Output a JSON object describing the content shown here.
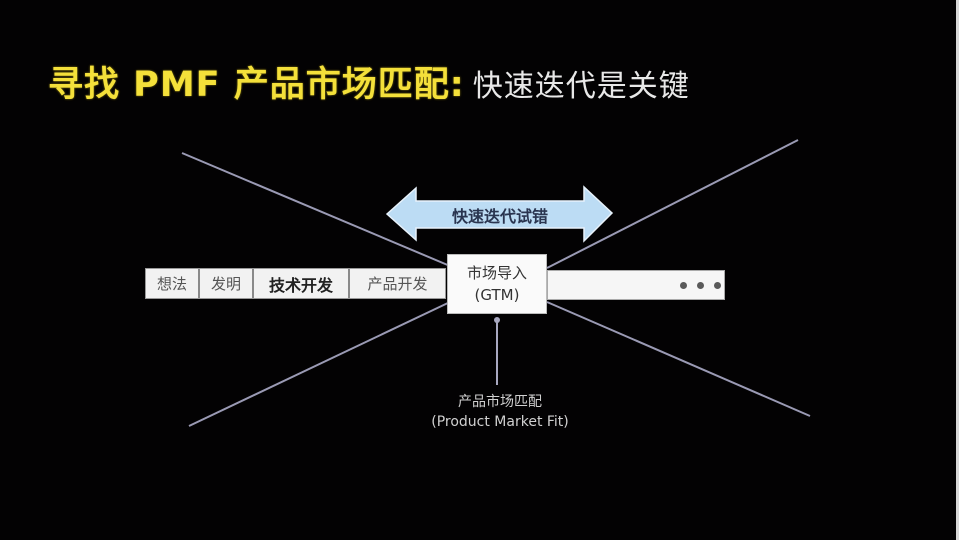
{
  "slide": {
    "title_main": "寻找 PMF 产品市场匹配:",
    "title_sub": "快速迭代是关键",
    "colors": {
      "background": "#030203",
      "title_yellow": "#f4e03a",
      "arrow_fill": "#bcdcf4",
      "line": "#9a9ab4"
    }
  },
  "diagram": {
    "stages": [
      {
        "label": "想法",
        "emphasis": false
      },
      {
        "label": "发明",
        "emphasis": false
      },
      {
        "label": "技术开发",
        "emphasis": true
      },
      {
        "label": "产品开发",
        "emphasis": false
      }
    ],
    "gtm_box": {
      "line1": "市场导入",
      "line2": "(GTM)"
    },
    "continuation": {
      "icon": "ellipsis-dots-icon",
      "dot_count": 3
    },
    "iteration_arrow": {
      "label": "快速迭代试错",
      "icon": "double-headed-arrow-icon"
    },
    "pmf_label": {
      "line1": "产品市场匹配",
      "line2": "(Product Market Fit)"
    }
  }
}
